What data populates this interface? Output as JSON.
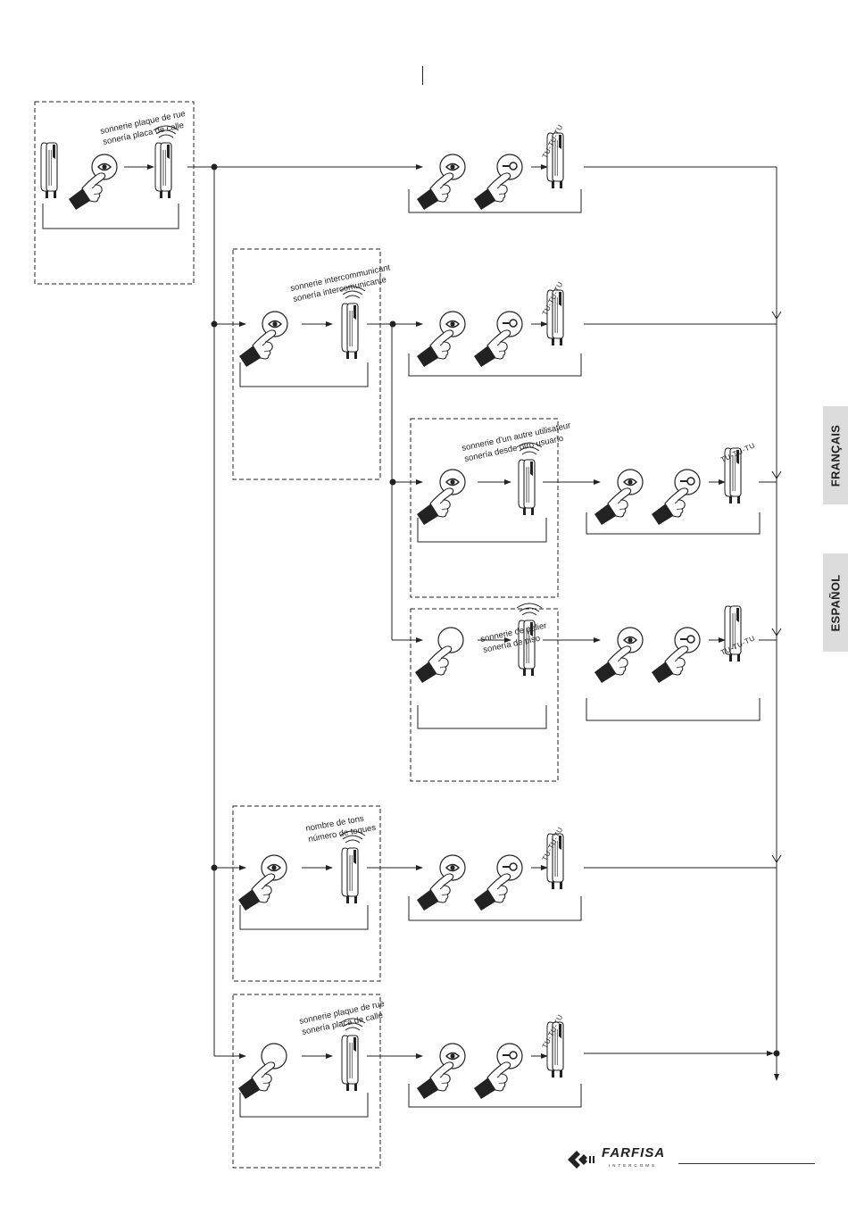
{
  "labels": {
    "street_bell": [
      "sonnerie plaque de rue",
      "sonería placa de calle"
    ],
    "intercom_bell": [
      "sonnerie intercommunicant",
      "sonería intercomunicante"
    ],
    "other_user_bell": [
      "sonnerie d'un autre utilisateur",
      "sonería desde otro usuario"
    ],
    "landing_bell": [
      "sonnerie de palier",
      "sonería de piso"
    ],
    "tone_count": [
      "nombre de tons",
      "número de toques"
    ],
    "street_bell_2": [
      "sonnerie plaque de rue",
      "sonería placa de calle"
    ]
  },
  "tone": "TU-TU-TU",
  "tabs": {
    "francais": "FRANÇAIS",
    "espanol": "ESPAÑOL"
  },
  "brand": {
    "name": "FARFISA",
    "sub": "INTERCOMS"
  },
  "colors": {
    "line": "#222222",
    "tab_bg": "#dcdcdc"
  }
}
